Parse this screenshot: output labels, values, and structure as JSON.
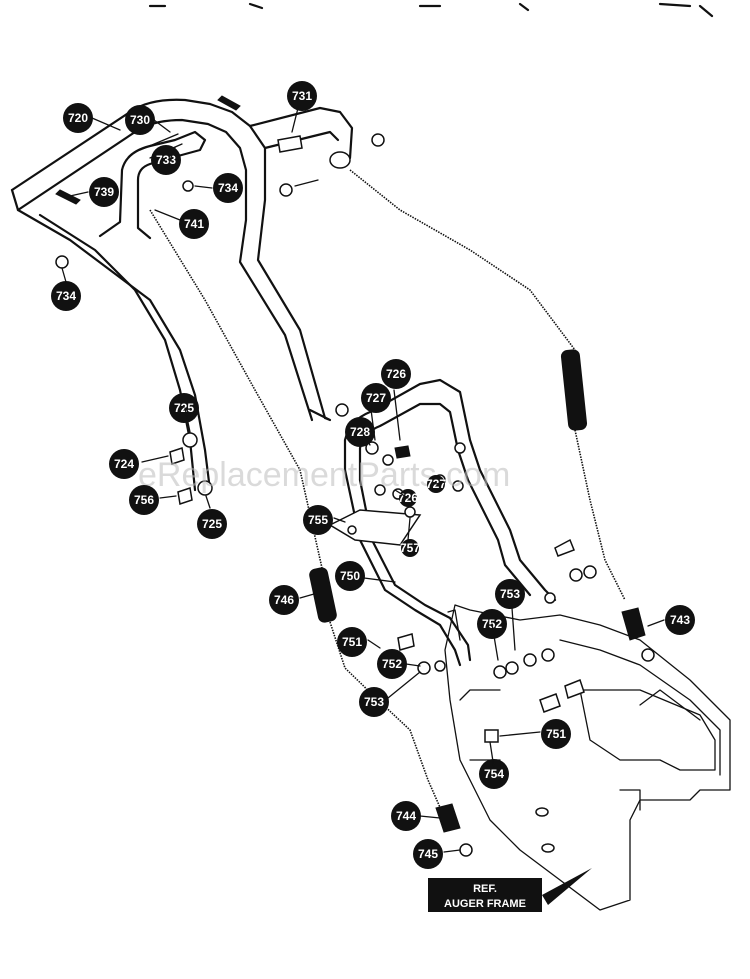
{
  "watermark": "eReplacementParts.com",
  "ref_box": {
    "line1": "REF.",
    "line2": "AUGER FRAME"
  },
  "callouts": [
    {
      "label": "720"
    },
    {
      "label": "730"
    },
    {
      "label": "731"
    },
    {
      "label": "733"
    },
    {
      "label": "739"
    },
    {
      "label": "734"
    },
    {
      "label": "741"
    },
    {
      "label": "734"
    },
    {
      "label": "726"
    },
    {
      "label": "727"
    },
    {
      "label": "728"
    },
    {
      "label": "725"
    },
    {
      "label": "724"
    },
    {
      "label": "756"
    },
    {
      "label": "725"
    },
    {
      "label": "726"
    },
    {
      "label": "727"
    },
    {
      "label": "755"
    },
    {
      "label": "757"
    },
    {
      "label": "750"
    },
    {
      "label": "746"
    },
    {
      "label": "753"
    },
    {
      "label": "752"
    },
    {
      "label": "751"
    },
    {
      "label": "752"
    },
    {
      "label": "753"
    },
    {
      "label": "751"
    },
    {
      "label": "743"
    },
    {
      "label": "754"
    },
    {
      "label": "744"
    },
    {
      "label": "745"
    }
  ]
}
